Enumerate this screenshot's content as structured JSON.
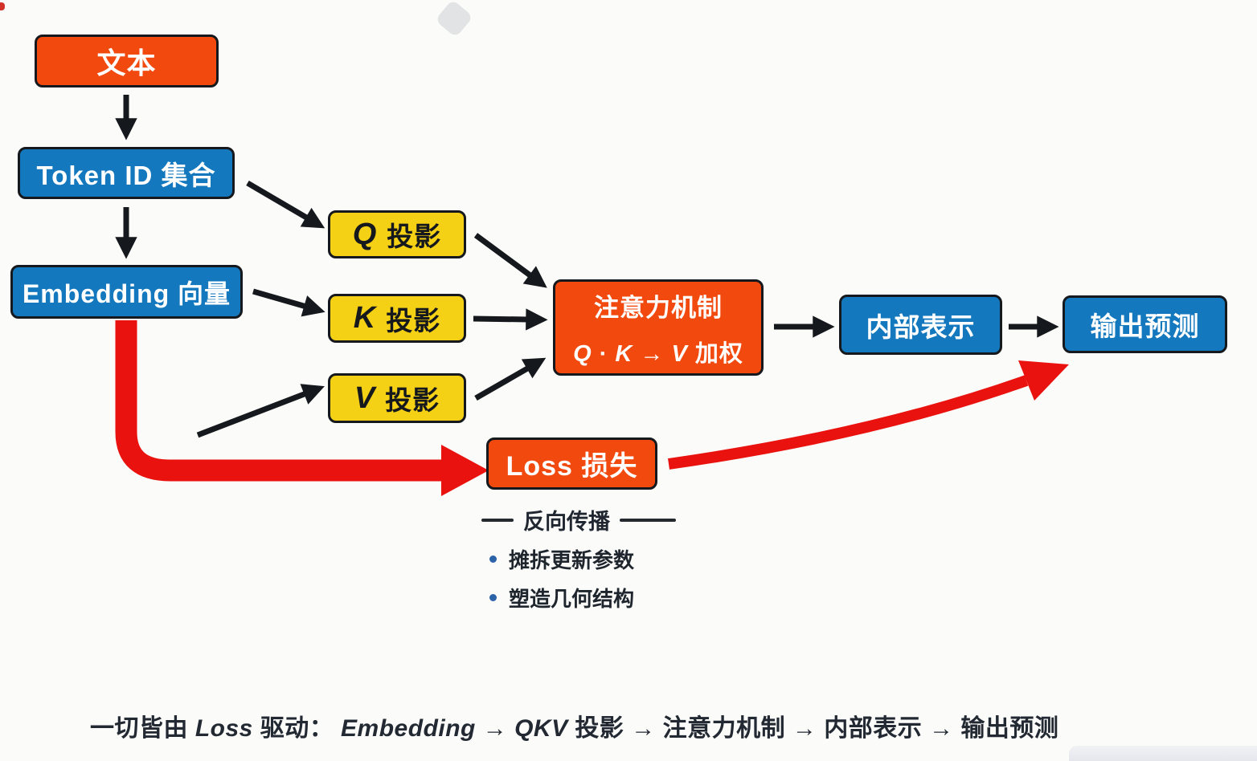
{
  "colors": {
    "box_orange": "#F2490E",
    "box_blue": "#1478BE",
    "box_yellow": "#F5D116",
    "arrow_black": "#15181c",
    "arrow_red": "#E9120E",
    "text_dark": "#232932",
    "bullet_blue": "#2B62A8"
  },
  "nodes": {
    "text": {
      "label": "文本"
    },
    "token_ids": {
      "label": "Token ID 集合"
    },
    "embedding": {
      "label": "Embedding 向量"
    },
    "q_proj": {
      "letter": "Q",
      "rest": "投影"
    },
    "k_proj": {
      "letter": "K",
      "rest": "投影"
    },
    "v_proj": {
      "letter": "V",
      "rest": "投影"
    },
    "attention": {
      "title": "注意力机制",
      "formula_segments": [
        {
          "t": "Q",
          "i": true
        },
        {
          "t": " · ",
          "i": false
        },
        {
          "t": "K",
          "i": true
        },
        {
          "t": " → ",
          "i": false
        },
        {
          "t": "V",
          "i": true
        },
        {
          "t": " 加权",
          "i": false
        }
      ]
    },
    "internal": {
      "label": "内部表示"
    },
    "output": {
      "label": "输出预测"
    },
    "loss": {
      "label": "Loss 损失"
    }
  },
  "backprop": {
    "title": "反向传播",
    "bullets": [
      "摊拆更新参数",
      "塑造几何结构"
    ]
  },
  "footer": {
    "segments": [
      {
        "t": "一切皆由 ",
        "i": false
      },
      {
        "t": "Loss",
        "i": true
      },
      {
        "t": " 驱动：  ",
        "i": false
      },
      {
        "t": "Embedding",
        "i": true
      },
      {
        "t": " → ",
        "i": false
      },
      {
        "t": "QKV",
        "i": true
      },
      {
        "t": " 投影 → 注意力机制 → 内部表示 → 输出预测",
        "i": false
      }
    ]
  }
}
